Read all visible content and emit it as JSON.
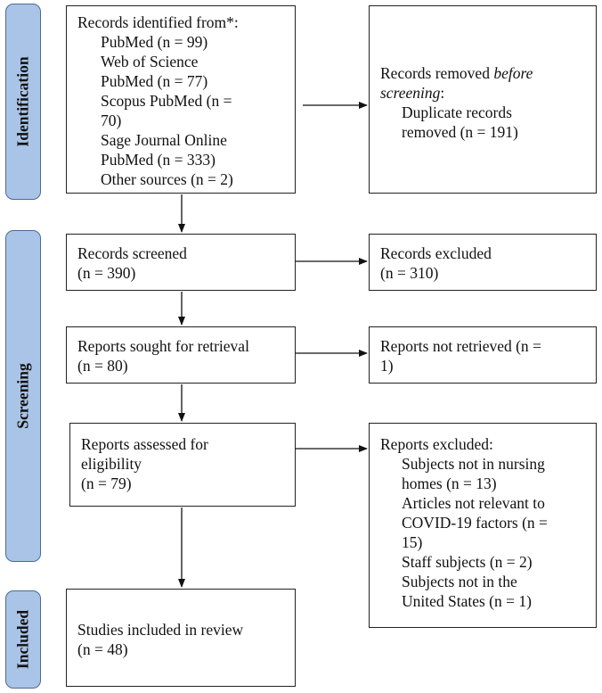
{
  "stages": {
    "identification": "Identification",
    "screening": "Screening",
    "included": "Included"
  },
  "identification": {
    "records_title": "Records identified from*:",
    "sources": [
      "PubMed (n = 99)",
      "Web of Science",
      "PubMed (n = 77)",
      "Scopus PubMed (n =",
      "70)",
      "Sage Journal Online",
      "PubMed (n = 333)",
      "Other sources (n = 2)"
    ],
    "removed_prefix": "Records removed ",
    "removed_emph": "before",
    "removed_emph2": "screening",
    "removed_suffix": ":",
    "removed_detail": [
      "Duplicate records",
      "removed (n = 191)"
    ]
  },
  "screening": {
    "screened": [
      "Records screened",
      "(n = 390)"
    ],
    "excluded": [
      "Records excluded",
      "(n = 310)"
    ],
    "sought": [
      "Reports sought for retrieval",
      "(n = 80)"
    ],
    "not_retrieved": [
      "Reports not retrieved (n =",
      "1)"
    ],
    "assessed": [
      "Reports assessed for",
      "eligibility",
      "(n = 79)"
    ],
    "reports_excluded_title": "Reports excluded:",
    "reports_excluded_items": [
      "Subjects not in nursing",
      "homes (n = 13)",
      "Articles not relevant to",
      "COVID-19 factors (n =",
      "15)",
      "Staff subjects (n = 2)",
      "Subjects not in the",
      "United States (n = 1)"
    ]
  },
  "included": {
    "studies": [
      "Studies included in review",
      "(n = 48)"
    ]
  }
}
